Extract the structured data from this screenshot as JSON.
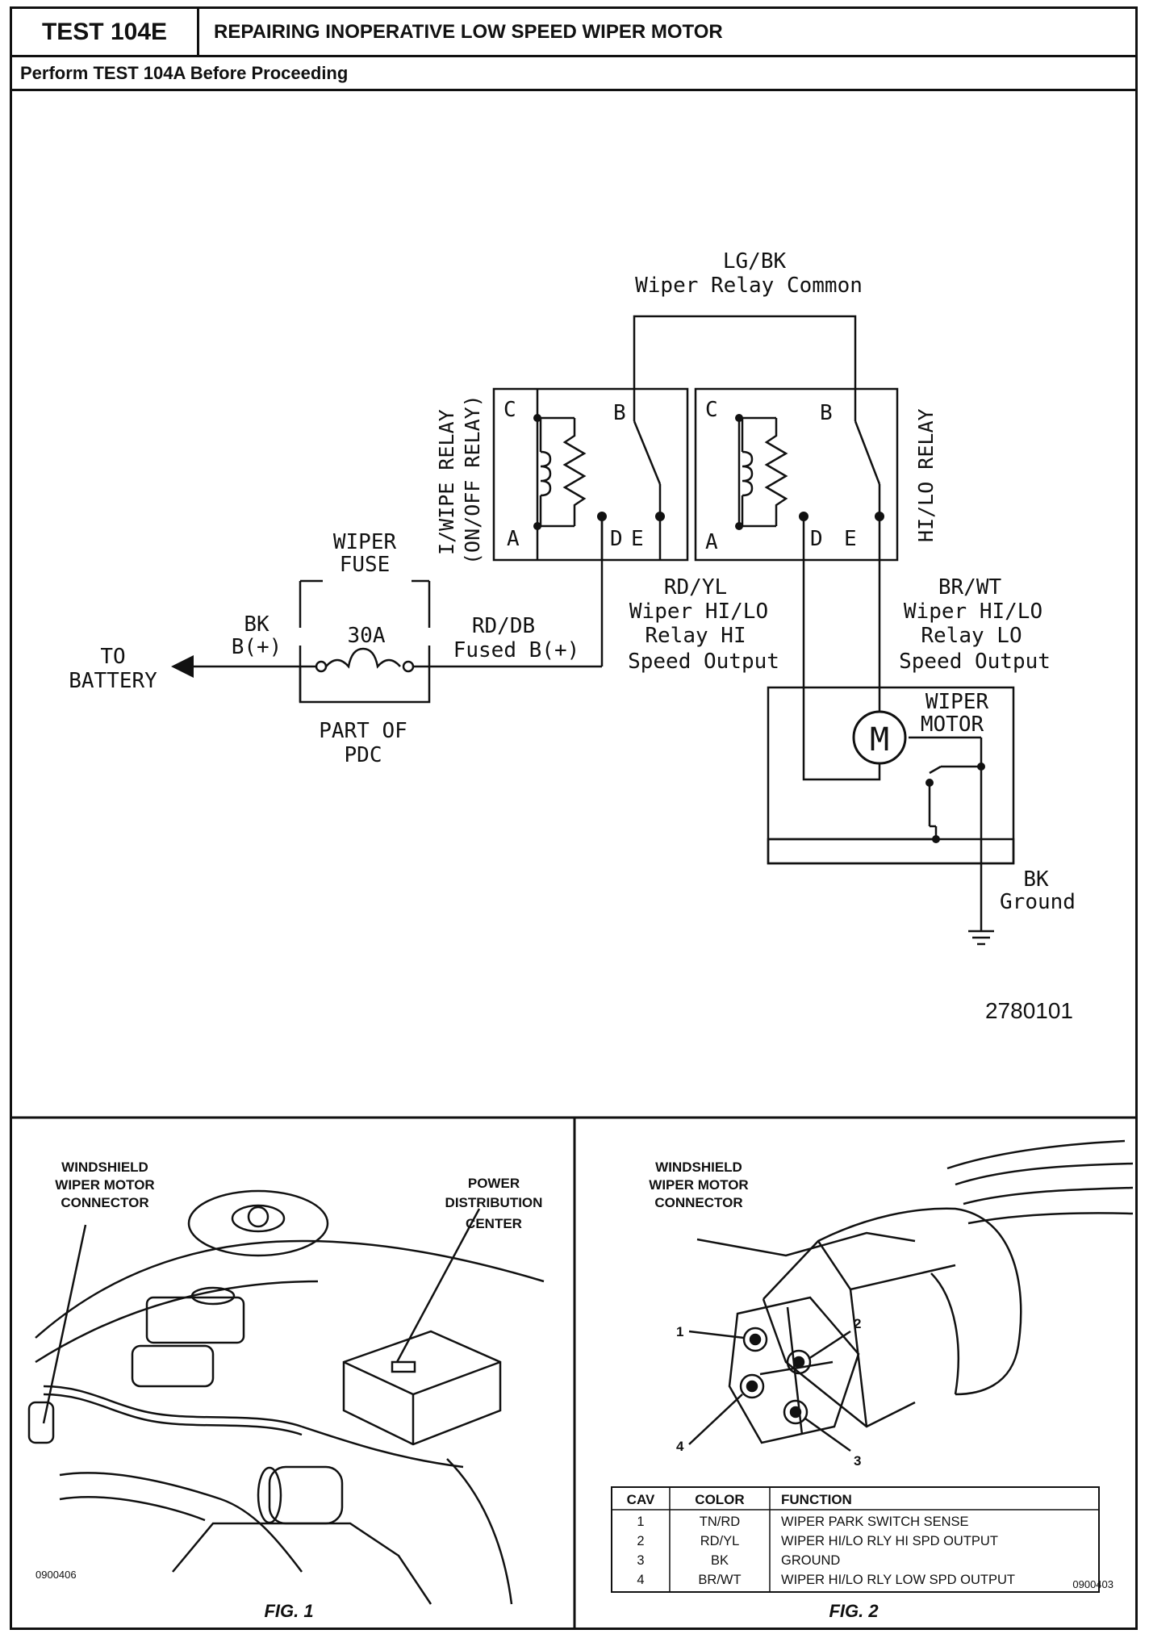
{
  "header": {
    "test_id": "TEST 104E",
    "title": "REPAIRING INOPERATIVE LOW SPEED WIPER MOTOR",
    "subtitle": "Perform TEST 104A Before Proceeding"
  },
  "schematic": {
    "common_wire": "LG/BK",
    "common_label": "Wiper Relay Common",
    "relay1_line1": "I/WIPE RELAY",
    "relay1_line2": "(ON/OFF RELAY)",
    "relay2": "HI/LO RELAY",
    "pin_c": "C",
    "pin_b": "B",
    "pin_a": "A",
    "pin_d": "D",
    "pin_e": "E",
    "fuse_title_1": "WIPER",
    "fuse_title_2": "FUSE",
    "fuse_rating": "30A",
    "fuse_part_1": "PART OF",
    "fuse_part_2": "PDC",
    "bk_1": "BK",
    "bk_2": "B(+)",
    "to_1": "TO",
    "to_2": "BATTERY",
    "rddb_1": "RD/DB",
    "rddb_2": "Fused B(+)",
    "rdyl_1": "RD/YL",
    "rdyl_2": "Wiper HI/LO",
    "rdyl_3": "Relay HI",
    "rdyl_4": "Speed Output",
    "brwt_1": "BR/WT",
    "brwt_2": "Wiper HI/LO",
    "brwt_3": "Relay LO",
    "brwt_4": "Speed Output",
    "motor_symbol": "M",
    "motor_1": "WIPER",
    "motor_2": "MOTOR",
    "gnd_1": "BK",
    "gnd_2": "Ground",
    "figure_code": "2780101"
  },
  "fig1": {
    "callout_a_1": "WINDSHIELD",
    "callout_a_2": "WIPER MOTOR",
    "callout_a_3": "CONNECTOR",
    "callout_b_1": "POWER",
    "callout_b_2": "DISTRIBUTION",
    "callout_b_3": "CENTER",
    "code": "0900406",
    "label": "FIG. 1"
  },
  "fig2": {
    "callout_1": "WINDSHIELD",
    "callout_2": "WIPER MOTOR",
    "callout_3": "CONNECTOR",
    "pin1": "1",
    "pin2": "2",
    "pin3": "3",
    "pin4": "4",
    "code": "0900403",
    "label": "FIG. 2",
    "table": {
      "headers": [
        "CAV",
        "COLOR",
        "FUNCTION"
      ],
      "rows": [
        [
          "1",
          "TN/RD",
          "WIPER PARK SWITCH SENSE"
        ],
        [
          "2",
          "RD/YL",
          "WIPER HI/LO RLY HI SPD OUTPUT"
        ],
        [
          "3",
          "BK",
          "GROUND"
        ],
        [
          "4",
          "BR/WT",
          "WIPER HI/LO RLY LOW SPD OUTPUT"
        ]
      ]
    }
  }
}
